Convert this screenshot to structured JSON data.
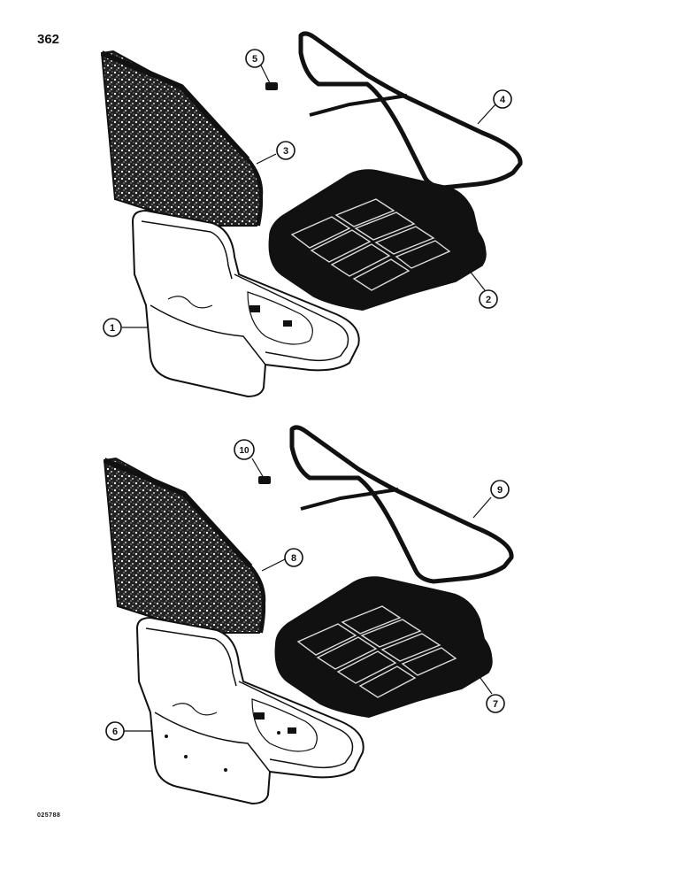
{
  "page_number": "362",
  "reference_code": "025788",
  "callouts": {
    "c1": "1",
    "c2": "2",
    "c3": "3",
    "c4": "4",
    "c5": "5",
    "c6": "6",
    "c7": "7",
    "c8": "8",
    "c9": "9",
    "c10": "10"
  },
  "colors": {
    "ink": "#111111",
    "paper": "#ffffff",
    "fabric": "#2a2a2a"
  }
}
